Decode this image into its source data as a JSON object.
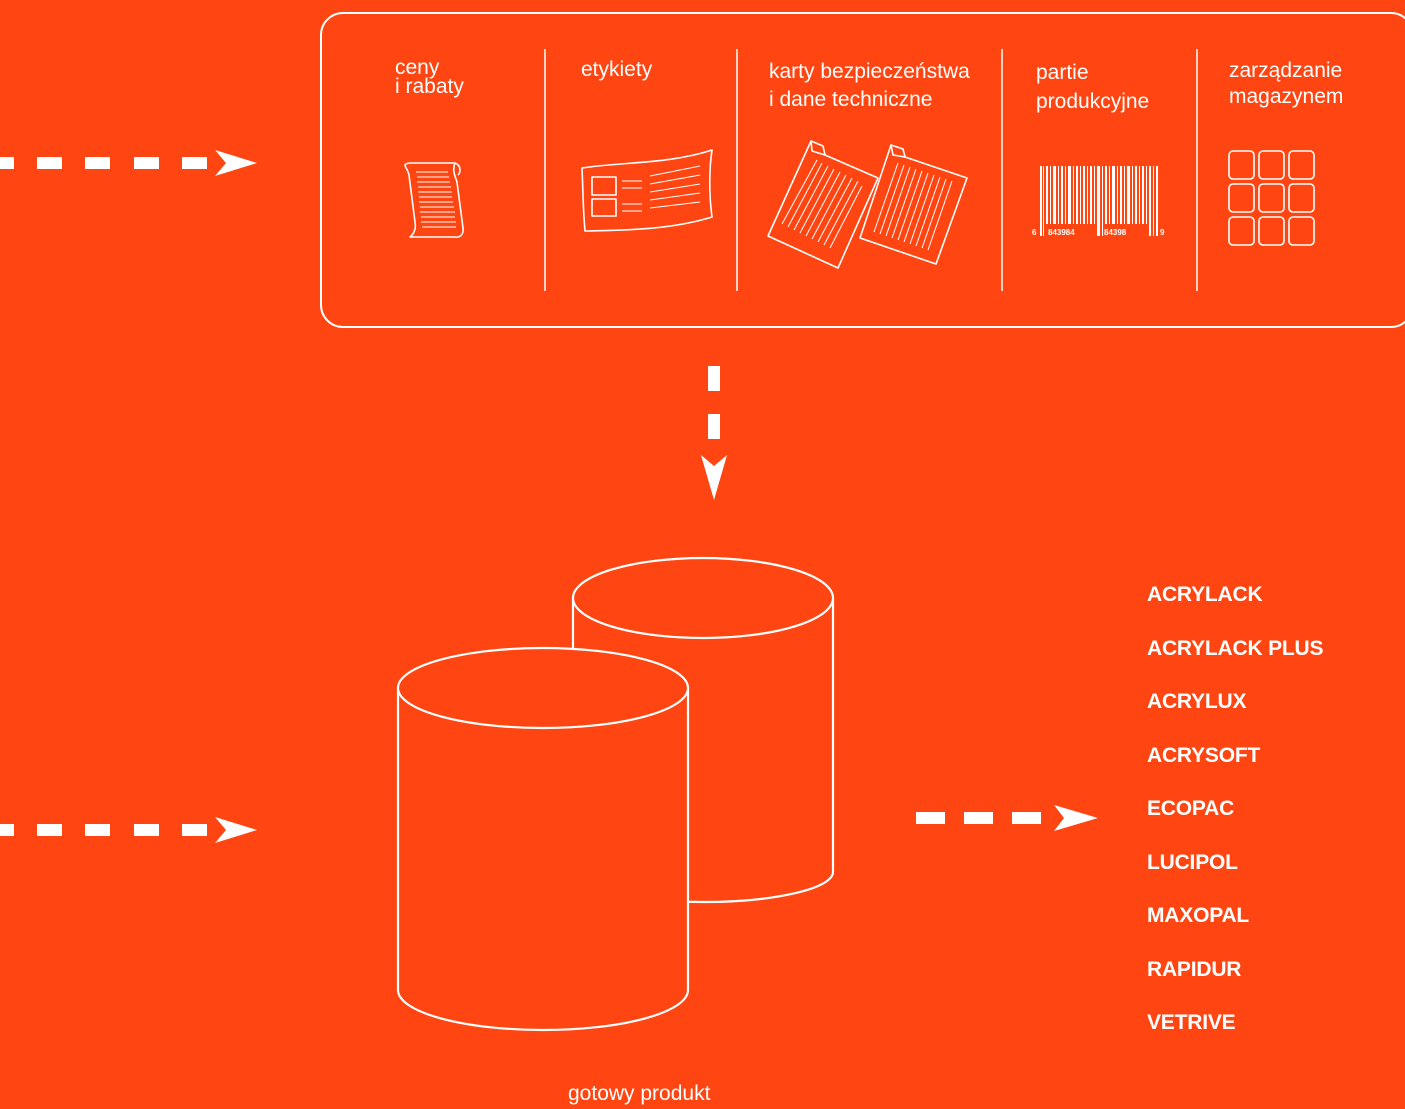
{
  "colors": {
    "background": "#ff4612",
    "stroke": "#ffffff"
  },
  "panel": {
    "sections": [
      {
        "label": "ceny\ni rabaty",
        "icon": "scroll-document-icon"
      },
      {
        "label": "etykiety",
        "icon": "label-icon"
      },
      {
        "label": "karty bezpieczeństwa\ni dane techniczne",
        "icon": "documents-icon"
      },
      {
        "label": "partie\nprodukcyjne",
        "icon": "barcode-icon"
      },
      {
        "label": "zarządzanie\nmagazynem",
        "icon": "storage-grid-icon"
      }
    ],
    "barcode_digits": {
      "first": "6",
      "group1": "843984",
      "group2": "84398",
      "last": "9"
    }
  },
  "database": {
    "caption": "gotowy produkt",
    "icon": "database-cylinders-icon"
  },
  "products": [
    "ACRYLACK",
    "ACRYLACK PLUS",
    "ACRYLUX",
    "ACRYSOFT",
    "ECOPAC",
    "LUCIPOL",
    "MAXOPAL",
    "RAPIDUR",
    "VETRIVE"
  ]
}
